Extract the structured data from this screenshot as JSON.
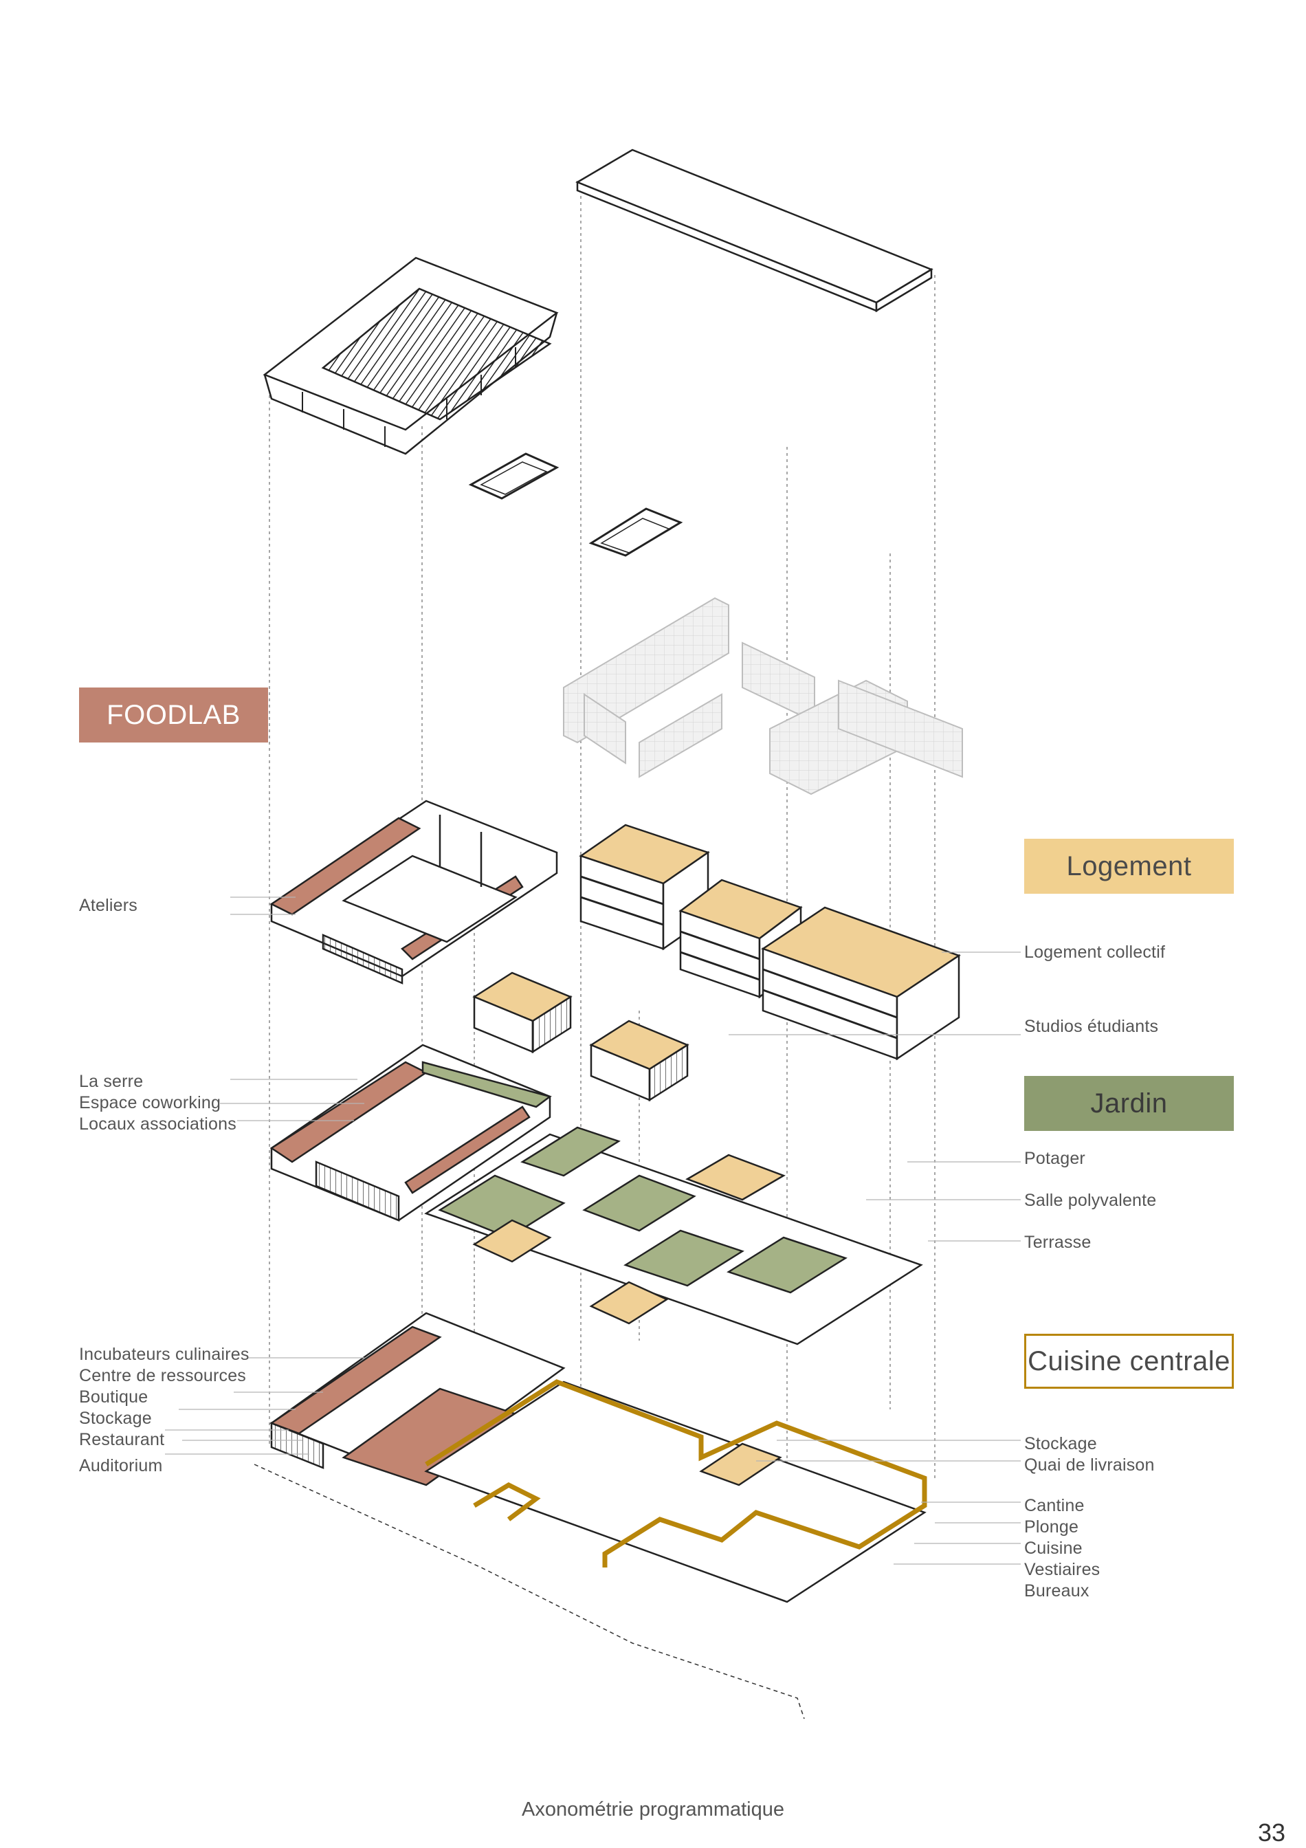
{
  "legend": {
    "foodlab": {
      "label": "FOODLAB",
      "color": "#bf8371",
      "text_color": "#ffffff"
    },
    "logement": {
      "label": "Logement",
      "color": "#f1d08f",
      "text_color": "#4a4a4a"
    },
    "jardin": {
      "label": "Jardin",
      "color": "#8d9c70",
      "text_color": "#3a3a3a"
    },
    "cuisine": {
      "label": "Cuisine centrale",
      "color": "#b8860b",
      "text_color": "#4a4a4a"
    }
  },
  "labels_left": {
    "level3": [
      "Ateliers"
    ],
    "level2": [
      "La serre",
      "Espace coworking",
      "Locaux associations"
    ],
    "level1": [
      "Incubateurs culinaires",
      "Centre de ressources",
      "Boutique",
      "Stockage",
      "Restaurant",
      "Auditorium"
    ]
  },
  "labels_right": {
    "logement": [
      "Logement collectif",
      "Studios étudiants"
    ],
    "jardin": [
      "Potager",
      "Salle polyvalente",
      "Terrasse"
    ],
    "cuisine_top": [
      "Stockage",
      "Quai de livraison"
    ],
    "cuisine_bottom": [
      "Cantine",
      "Plonge",
      "Cuisine",
      "Vestiaires",
      "Bureaux"
    ]
  },
  "caption": "Axonométrie programmatique",
  "page_number": "33",
  "colors": {
    "foodlab_fill": "#c28571",
    "logement_fill": "#f0d096",
    "jardin_fill": "#a5b286",
    "cuisine_stroke": "#b8860b",
    "line": "#222222",
    "ghost": "#c8c8c8"
  }
}
